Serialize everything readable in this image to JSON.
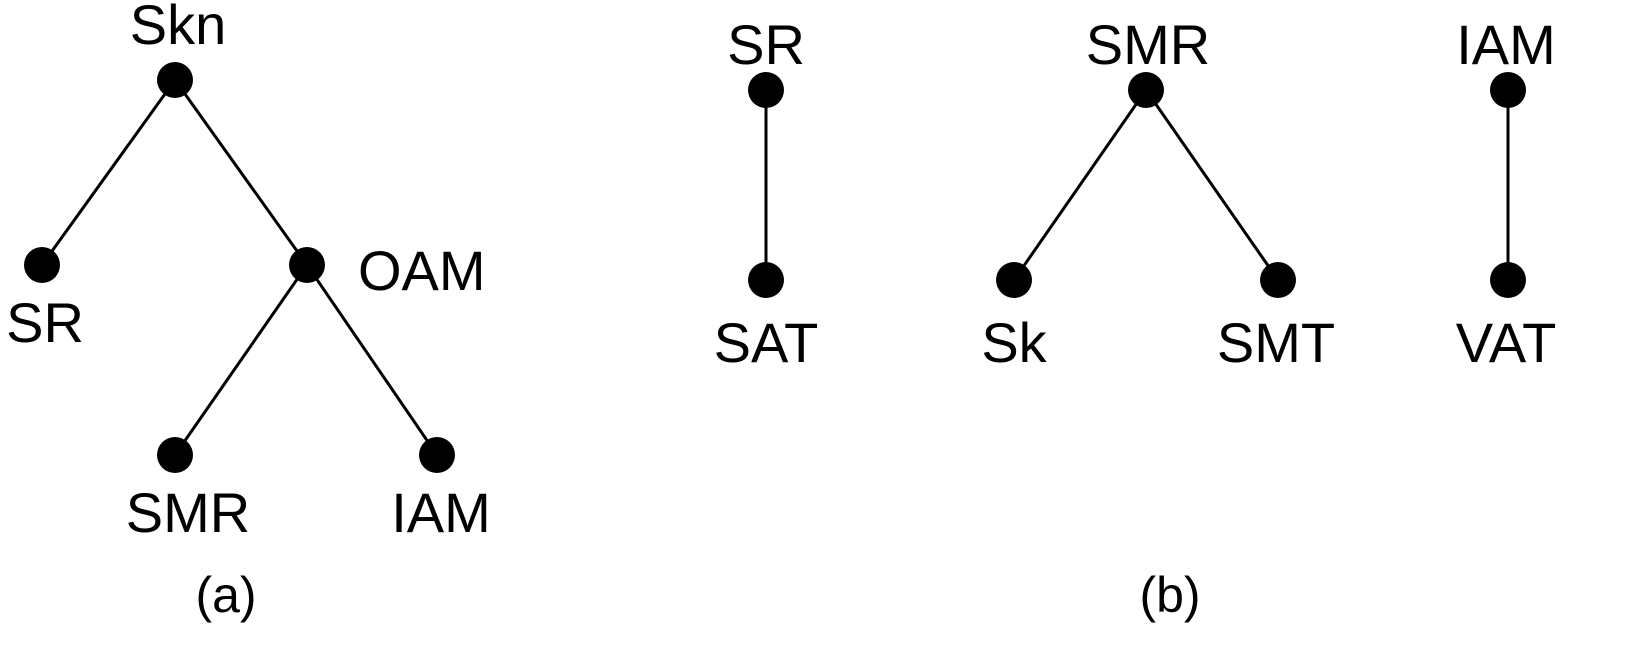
{
  "panels": [
    {
      "id": "a",
      "caption": "(a)",
      "nodes": [
        {
          "id": "skn",
          "label": "Skn"
        },
        {
          "id": "sr",
          "label": "SR"
        },
        {
          "id": "oam",
          "label": "OAM"
        },
        {
          "id": "smr",
          "label": "SMR"
        },
        {
          "id": "iam",
          "label": "IAM"
        }
      ],
      "edges": [
        {
          "from": "skn",
          "to": "sr"
        },
        {
          "from": "skn",
          "to": "oam"
        },
        {
          "from": "oam",
          "to": "smr"
        },
        {
          "from": "oam",
          "to": "iam"
        }
      ]
    },
    {
      "id": "b",
      "caption": "(b)",
      "nodes": [
        {
          "id": "sr",
          "label": "SR"
        },
        {
          "id": "sat",
          "label": "SAT"
        },
        {
          "id": "smr",
          "label": "SMR"
        },
        {
          "id": "sk",
          "label": "Sk"
        },
        {
          "id": "smt",
          "label": "SMT"
        },
        {
          "id": "iam",
          "label": "IAM"
        },
        {
          "id": "vat",
          "label": "VAT"
        }
      ],
      "edges": [
        {
          "from": "sr",
          "to": "sat"
        },
        {
          "from": "smr",
          "to": "sk"
        },
        {
          "from": "smr",
          "to": "smt"
        },
        {
          "from": "iam",
          "to": "vat"
        }
      ]
    }
  ]
}
